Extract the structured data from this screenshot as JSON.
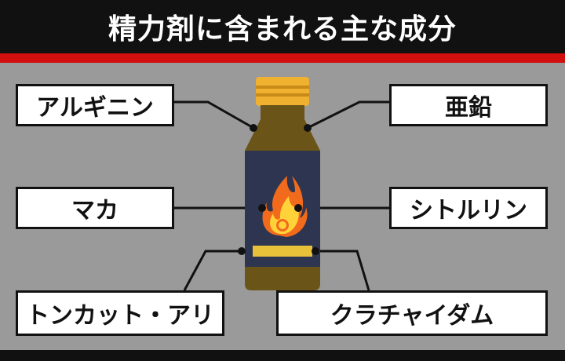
{
  "header": {
    "title": "精力剤に含まれる主な成分"
  },
  "ingredients": [
    {
      "label": "アルギニン"
    },
    {
      "label": "亜鉛"
    },
    {
      "label": "マカ"
    },
    {
      "label": "シトルリン"
    },
    {
      "label": "トンカット・アリ"
    },
    {
      "label": "クラチャイダム"
    }
  ],
  "colors": {
    "header_bg": "#111111",
    "accent_red": "#d20f0f",
    "background": "#9a9a9a",
    "bottle_glass": "#6b5418",
    "bottle_label": "#2d3550",
    "cap": "#f0b030",
    "flame_outer": "#f26a1b",
    "flame_inner": "#ffd23a",
    "label_stripe": "#e8c13a"
  }
}
